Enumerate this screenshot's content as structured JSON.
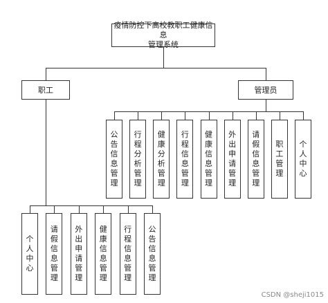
{
  "root": {
    "line1": "疫情防控下高校教职工健康信息",
    "line2": "管理系统"
  },
  "staff": {
    "label": "职工",
    "children": [
      "个人中心",
      "请假信息管理",
      "外出申请管理",
      "健康信息管理",
      "行程信息管理",
      "公告信息管理"
    ]
  },
  "admin": {
    "label": "管理员",
    "children": [
      "公告信息管理",
      "行程分析管理",
      "健康分析管理",
      "行程信息管理",
      "健康信息管理",
      "外出申请管理",
      "请假信息管理",
      "职工管理",
      "个人中心"
    ]
  },
  "watermark": "CSDN @sheji1015"
}
